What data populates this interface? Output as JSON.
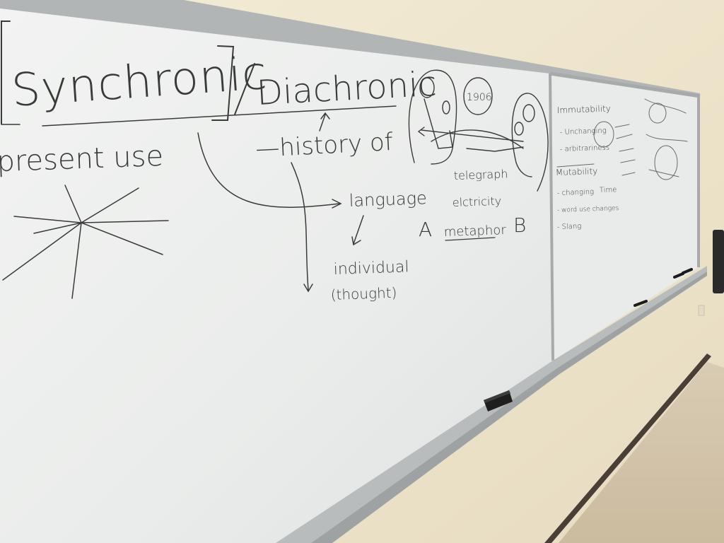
{
  "board_left": {
    "synchronic": "Synchronic",
    "diachronic": "Diachronic",
    "present_use": "present use",
    "history_of": "—history of",
    "language": "language",
    "individual": "individual",
    "thought": "(thought)",
    "circle_number": "1906",
    "telegraph": "telegraph",
    "electricity": "elctricity",
    "metaphor": "metaphor",
    "letter_a": "A",
    "letter_b": "B"
  },
  "board_right": {
    "immutability": "Immutability",
    "unchanging": "- Unchanging",
    "arbitrariness": "- arbitrariness",
    "mutability": "Mutability",
    "changing": "- changing",
    "word_use_changes": "- word use changes",
    "slang": "- Slang",
    "time": "Time"
  },
  "colors": {
    "wall": "#efe6cf",
    "board": "#eef0ef",
    "marker": "#3a3a3a",
    "frame": "#a9acae",
    "floor": "#d4c6ae",
    "baseboard": "#4a3f36"
  }
}
